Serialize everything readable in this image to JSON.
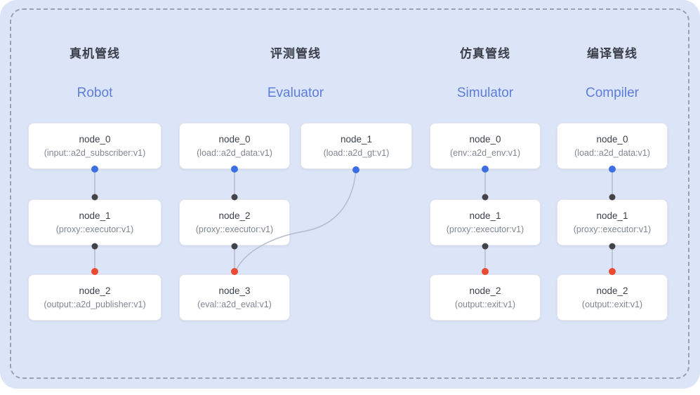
{
  "colors": {
    "panel_bg": "#dce4f7",
    "dashed_border": "#97a1b6",
    "title_zh": "#3a3f4a",
    "title_en": "#5c7ed8",
    "node_name": "#3c414b",
    "node_type": "#808692",
    "connector": "#b4bbc9",
    "port_source": "#3d6fe3",
    "port_internal": "#43444a",
    "port_sink": "#ea4a2f"
  },
  "pipelines": [
    {
      "id": "robot",
      "title_zh": "真机管线",
      "title_en": "Robot",
      "nodes": [
        {
          "name": "node_0",
          "type": "(input::a2d_subscriber:v1)"
        },
        {
          "name": "node_1",
          "type": "(proxy::executor:v1)"
        },
        {
          "name": "node_2",
          "type": "(output::a2d_publisher:v1)"
        }
      ]
    },
    {
      "id": "evaluator",
      "title_zh": "评测管线",
      "title_en": "Evaluator",
      "nodes": [
        {
          "name": "node_0",
          "type": "(load::a2d_data:v1)"
        },
        {
          "name": "node_1",
          "type": "(load::a2d_gt:v1)"
        },
        {
          "name": "node_2",
          "type": "(proxy::executor:v1)"
        },
        {
          "name": "node_3",
          "type": "(eval::a2d_eval:v1)"
        }
      ]
    },
    {
      "id": "simulator",
      "title_zh": "仿真管线",
      "title_en": "Simulator",
      "nodes": [
        {
          "name": "node_0",
          "type": "(env::a2d_env:v1)"
        },
        {
          "name": "node_1",
          "type": "(proxy::executor:v1)"
        },
        {
          "name": "node_2",
          "type": "(output::exit:v1)"
        }
      ]
    },
    {
      "id": "compiler",
      "title_zh": "编译管线",
      "title_en": "Compiler",
      "nodes": [
        {
          "name": "node_0",
          "type": "(load::a2d_data:v1)"
        },
        {
          "name": "node_1",
          "type": "(proxy::executor:v1)"
        },
        {
          "name": "node_2",
          "type": "(output::exit:v1)"
        }
      ]
    }
  ]
}
